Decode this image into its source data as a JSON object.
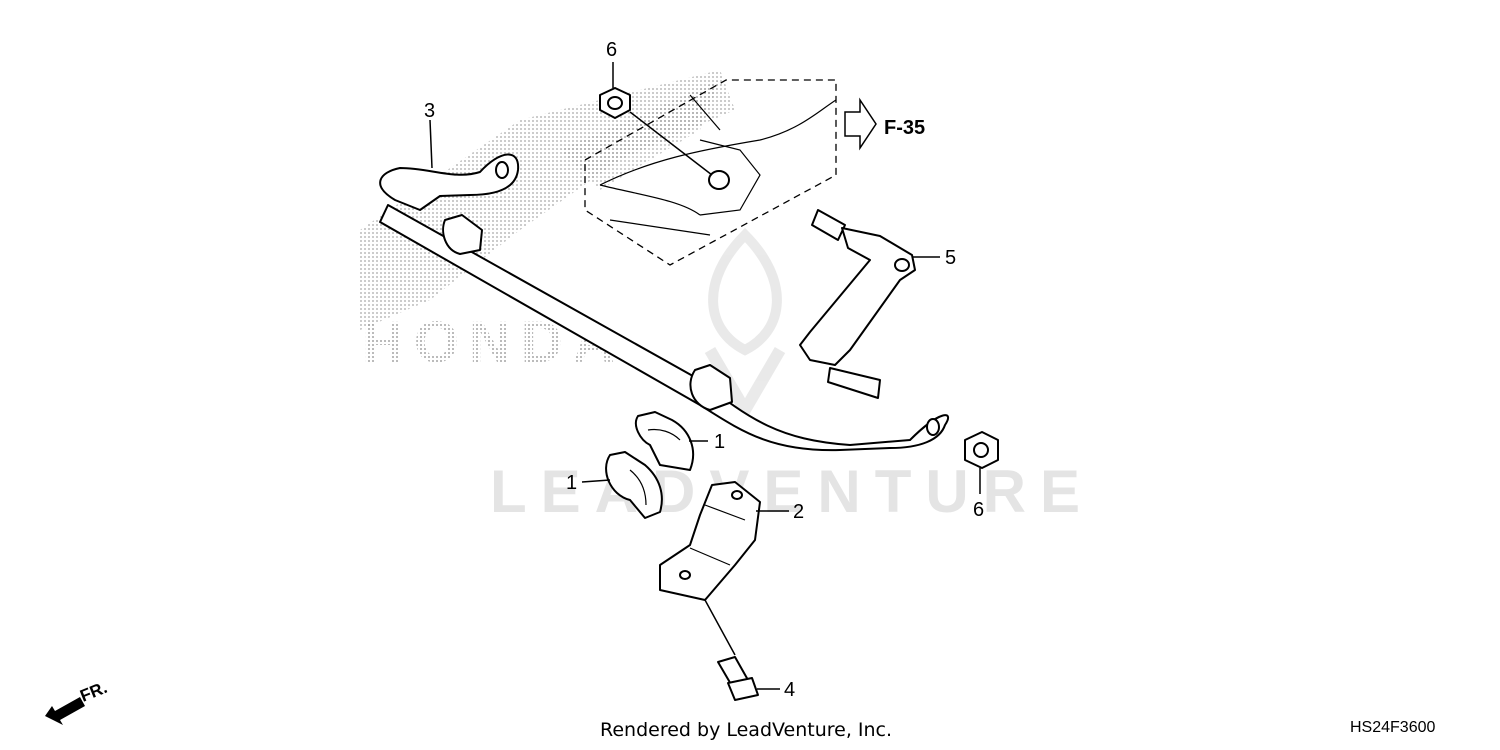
{
  "diagram": {
    "watermark": "LEADVENTURE",
    "watermark_brand": "HONDA",
    "reference": {
      "label": "F-35"
    },
    "front_marker": "FR.",
    "callouts": [
      {
        "id": "callout-1a",
        "text": "1",
        "part": "bushing-upper"
      },
      {
        "id": "callout-1b",
        "text": "1",
        "part": "bushing-lower"
      },
      {
        "id": "callout-2",
        "text": "2",
        "part": "holder"
      },
      {
        "id": "callout-3",
        "text": "3",
        "part": "stabilizer-bar"
      },
      {
        "id": "callout-4",
        "text": "4",
        "part": "stabilizer-link"
      },
      {
        "id": "callout-5",
        "text": "5",
        "part": "bolt"
      },
      {
        "id": "callout-6a",
        "text": "6",
        "part": "flange-nut-top"
      },
      {
        "id": "callout-6b",
        "text": "6",
        "part": "flange-nut-right"
      }
    ]
  },
  "footer": {
    "credit": "Rendered by LeadVenture, Inc.",
    "code": "HS24F3600"
  }
}
